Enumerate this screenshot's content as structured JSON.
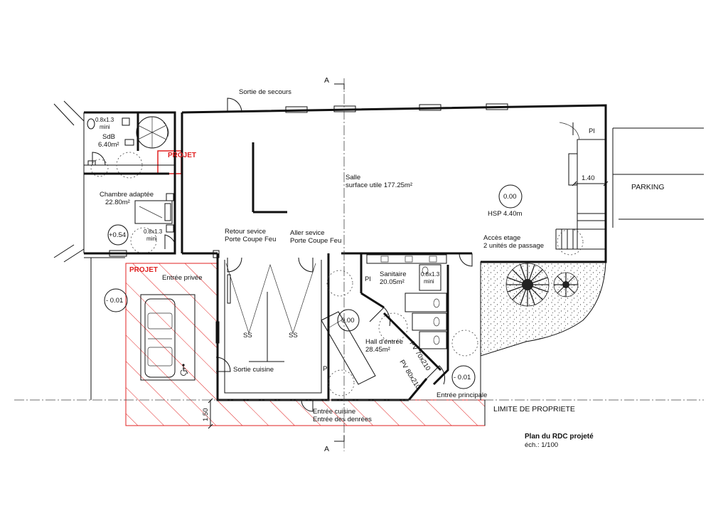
{
  "plan": {
    "sortie_secours": "Sortie de secours",
    "section_top": "A",
    "section_bottom": "A",
    "sdb_size": "0.8x1.3",
    "sdb_size_min": "mini",
    "sdb_name": "SdB",
    "sdb_area": "6.40m²",
    "projet_top": "PROJET",
    "chambre_name": "Chambre adaptée",
    "chambre_area": "22.80m²",
    "level_chambre": "+0.54",
    "chambre_size": "0.8x1.3",
    "chambre_size_min": "mini",
    "salle_name": "Salle",
    "salle_area": "surface utile 177.25m²",
    "level_salle": "0.00",
    "hsp": "HSP 4.40m",
    "pl_right": "Pl",
    "dim_140": "1.40",
    "parking": "PARKING",
    "acces_etage": "Accès etage",
    "unites": "2 unités de passage",
    "retour_1": "Retour sevice",
    "retour_2": "Porte Coupe Feu",
    "aller_1": "Aller sevice",
    "aller_2": "Porte Coupe Feu",
    "projet_left": "PROJET",
    "entree_privee": "Entrée privée",
    "level_ext_left": "- 0.01",
    "ss_1": "SS",
    "ss_2": "SS",
    "sortie_cuisine": "Sortie cuisine",
    "pl_kitchen": "Pl",
    "pl_hall": "Pl",
    "sanitaire_name": "Sanitaire",
    "sanitaire_area": "20.05m²",
    "san_size": "0.8x1.3",
    "san_size_min": "mini",
    "level_hall": "0.00",
    "hall_name": "Hall d'entrée",
    "hall_area": "28.45m²",
    "pv_1": "PV 70x210",
    "pv_2": "PV 80x210",
    "level_ext_right": "- 0.01",
    "entree_principale": "Entrée principale",
    "limite": "LIMITE DE PROPRIETE",
    "dim_150": "1.50",
    "entree_cuisine": "Entrée cuisine",
    "entree_denrees": "Entrée des denrées",
    "title": "Plan du RDC projeté",
    "scale": "éch.: 1/100"
  }
}
